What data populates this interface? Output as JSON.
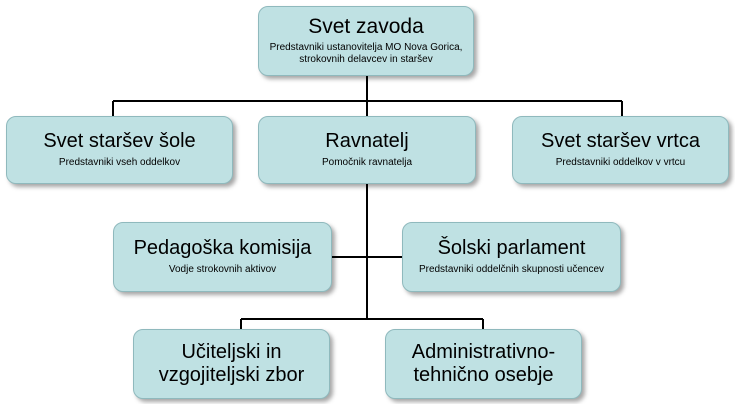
{
  "nodes": {
    "svet_zavoda": {
      "title": "Svet zavoda",
      "subtitle_line1": "Predstavniki ustanovitelja MO Nova Gorica,",
      "subtitle_line2": "strokovnih delavcev in staršev"
    },
    "svet_starsev_sole": {
      "title": "Svet staršev šole",
      "subtitle": "Predstavniki vseh oddelkov"
    },
    "ravnatelj": {
      "title": "Ravnatelj",
      "subtitle": "Pomočnik ravnatelja"
    },
    "svet_starsev_vrtca": {
      "title": "Svet staršev vrtca",
      "subtitle": "Predstavniki oddelkov v vrtcu"
    },
    "pedagoska_komisija": {
      "title": "Pedagoška komisija",
      "subtitle": "Vodje strokovnih aktivov"
    },
    "solski_parlament": {
      "title": "Šolski parlament",
      "subtitle": "Predstavniki oddelčnih skupnosti učencev"
    },
    "uciteljski_zbor": {
      "title_line1": "Učiteljski in",
      "title_line2": "vzgojiteljski zbor"
    },
    "administrativno": {
      "title_line1": "Administrativno-",
      "title_line2": "tehnično osebje"
    }
  },
  "colors": {
    "node_fill": "#bfe1e3",
    "node_border": "#8fb9bd",
    "connector": "#000000"
  }
}
